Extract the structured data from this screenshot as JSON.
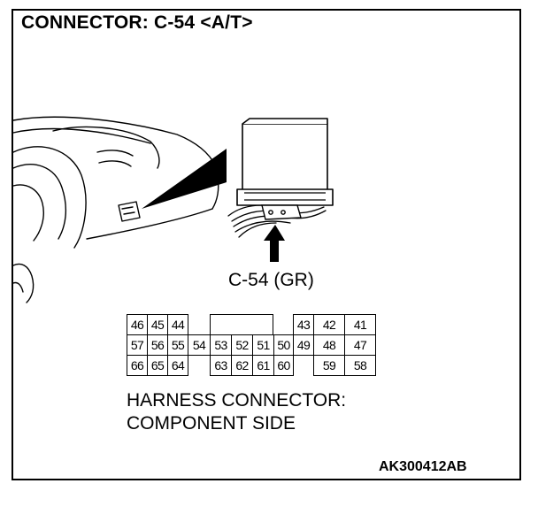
{
  "header": {
    "title": "CONNECTOR: C-54 <A/T>"
  },
  "connector": {
    "label": "C-54 (GR)",
    "pins": [
      {
        "id": "46"
      },
      {
        "id": "45"
      },
      {
        "id": "44"
      },
      {
        "id": "43"
      },
      {
        "id": "42"
      },
      {
        "id": "41"
      },
      {
        "id": "57"
      },
      {
        "id": "56"
      },
      {
        "id": "55"
      },
      {
        "id": "54"
      },
      {
        "id": "53"
      },
      {
        "id": "52"
      },
      {
        "id": "51"
      },
      {
        "id": "50"
      },
      {
        "id": "49"
      },
      {
        "id": "48"
      },
      {
        "id": "47"
      },
      {
        "id": "66"
      },
      {
        "id": "65"
      },
      {
        "id": "64"
      },
      {
        "id": "63"
      },
      {
        "id": "62"
      },
      {
        "id": "61"
      },
      {
        "id": "60"
      },
      {
        "id": "59"
      },
      {
        "id": "58"
      }
    ]
  },
  "harness": {
    "line1": "HARNESS CONNECTOR:",
    "line2": "COMPONENT SIDE"
  },
  "footer": {
    "code": "AK300412AB"
  }
}
